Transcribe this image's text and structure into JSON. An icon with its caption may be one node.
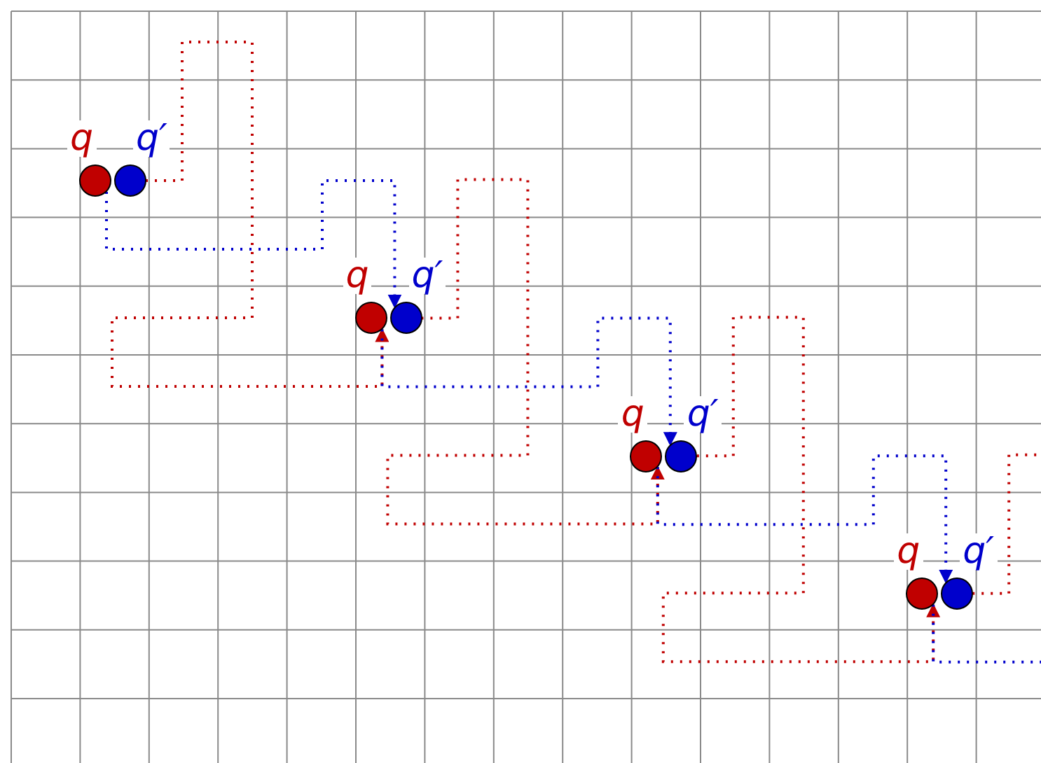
{
  "diagram": {
    "nodes": [
      {
        "text": [
          "q"
        ]
      },
      {
        "text": [
          "q′"
        ]
      },
      {
        "text": [
          "q"
        ]
      },
      {
        "text": [
          "q′"
        ]
      },
      {
        "text": [
          "q"
        ]
      },
      {
        "text": [
          "q′"
        ]
      },
      {
        "text": [
          "q"
        ]
      },
      {
        "text": [
          "q′"
        ]
      }
    ],
    "edges": [
      {
        "from": 1,
        "to": 2,
        "arrow": "to",
        "style": "dashed",
        "color": "#c00000"
      },
      {
        "from": 0,
        "to": 3,
        "arrow": "to",
        "style": "dashed",
        "color": "#0000cc"
      },
      {
        "from": 3,
        "to": 4,
        "arrow": "to",
        "style": "dashed",
        "color": "#c00000"
      },
      {
        "from": 2,
        "to": 5,
        "arrow": "to",
        "style": "dashed",
        "color": "#0000cc"
      },
      {
        "from": 5,
        "to": 6,
        "arrow": "to",
        "style": "dashed",
        "color": "#c00000"
      },
      {
        "from": 4,
        "to": 7,
        "arrow": "to",
        "style": "dashed",
        "color": "#0000cc"
      },
      {
        "from": 7,
        "to": null,
        "arrow": "none",
        "style": "dashed",
        "color": "#c00000"
      },
      {
        "from": 6,
        "to": null,
        "arrow": "none",
        "style": "dashed",
        "color": "#0000cc"
      }
    ]
  }
}
